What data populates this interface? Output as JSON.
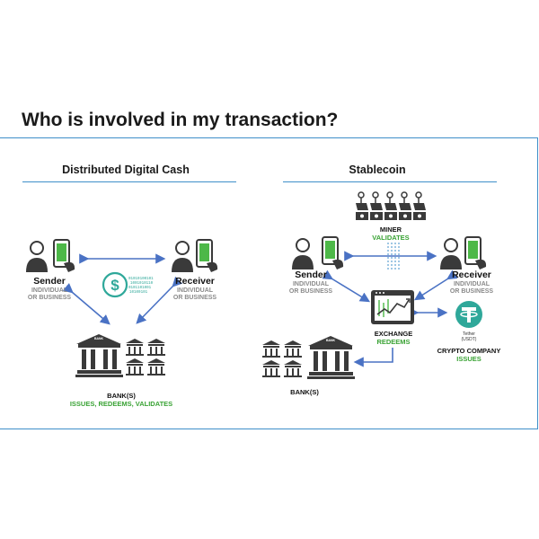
{
  "title": "Who is involved in my transaction?",
  "left": {
    "heading": "Distributed Digital Cash",
    "sender": {
      "label": "Sender",
      "sub1": "INDIVIDUAL",
      "sub2": "OR BUSINESS"
    },
    "receiver": {
      "label": "Receiver",
      "sub1": "INDIVIDUAL",
      "sub2": "OR BUSINESS"
    },
    "bank": {
      "label": "BANK(S)",
      "roles": "ISSUES, REDEEMS, VALIDATES"
    },
    "bank_sign": "BANK"
  },
  "right": {
    "heading": "Stablecoin",
    "miner": {
      "label": "MINER",
      "role": "VALIDATES"
    },
    "sender": {
      "label": "Sender",
      "sub1": "INDIVIDUAL",
      "sub2": "OR BUSINESS"
    },
    "receiver": {
      "label": "Receiver",
      "sub1": "INDIVIDUAL",
      "sub2": "OR BUSINESS"
    },
    "exchange": {
      "label": "EXCHANGE",
      "role": "REDEEMS"
    },
    "tether": {
      "name": "Tether",
      "ticker": "(USDT)"
    },
    "crypto_company": {
      "label": "CRYPTO COMPANY",
      "role": "ISSUES"
    },
    "bank": {
      "label": "BANK(S)"
    },
    "bank_sign": "BANK"
  },
  "colors": {
    "accent_blue": "#3f8fc9",
    "arrow_blue": "#4a72c4",
    "green": "#3aa335",
    "teal": "#2fa89a",
    "icon_dark": "#3a3a3a"
  }
}
